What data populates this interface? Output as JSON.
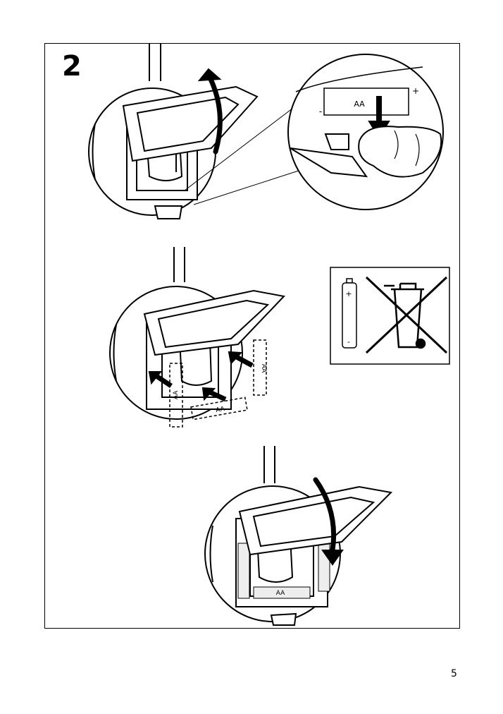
{
  "step": {
    "number": "2"
  },
  "labels": {
    "battery_type": "AA",
    "plus": "+",
    "minus": "-"
  },
  "recycling_panel": {
    "battery_icon": "aa-battery-icon",
    "crossed_bin_icon": "crossed-out-wheelie-bin-icon",
    "battery_plus": "+",
    "battery_minus": "-"
  },
  "page": {
    "number": "5"
  },
  "colors": {
    "line": "#000000",
    "paper": "#ffffff",
    "shade": "#e6e6e6"
  }
}
